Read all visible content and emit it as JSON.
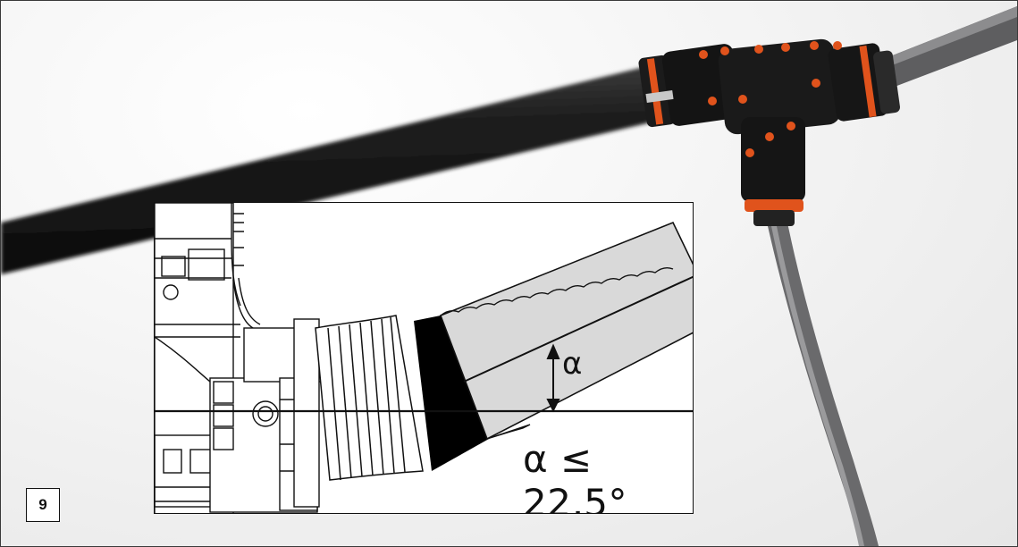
{
  "step_badge": "9",
  "diagram": {
    "alpha_symbol": "α",
    "angle_limit": "α ≤ 22,5°"
  },
  "colors": {
    "pipe": "#1c1c1c",
    "fitting": "#151515",
    "clamp_accent": "#e0531c",
    "flex_conduit": "#6e6e70",
    "drawing_fill": "#d9d9d9",
    "seal_band": "#000000"
  }
}
